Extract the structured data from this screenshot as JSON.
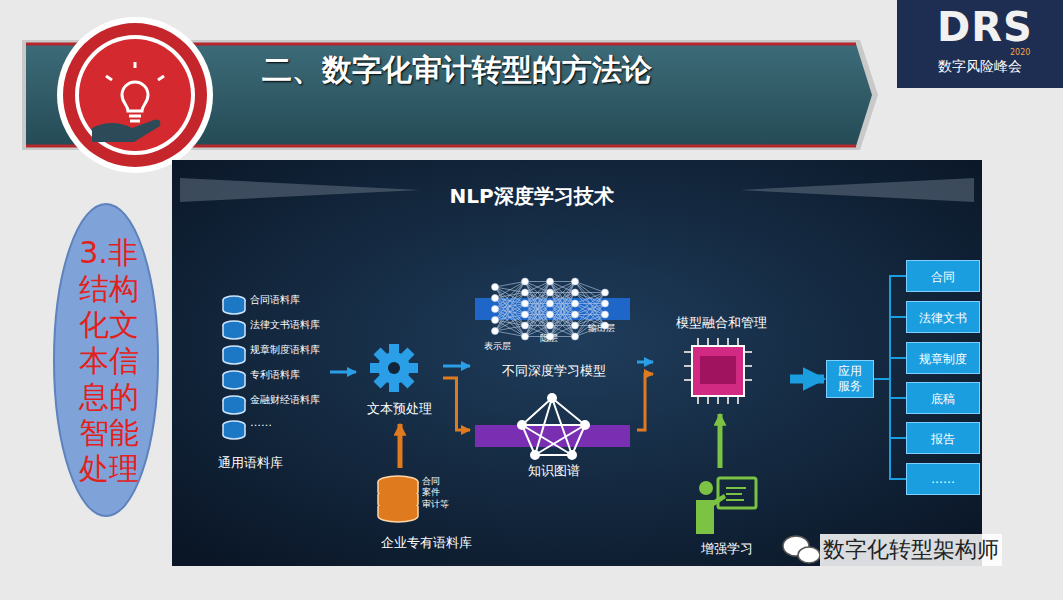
{
  "diagram": {
    "title": "二、数字化审计转型的方法论",
    "nodes": [
      {
        "text": [
          "3.非结构化文本信息的智能处理"
        ]
      },
      {
        "text": [
          "合同语料库",
          "法律文书语料库",
          "规章制度语料库",
          "专利语料库",
          "金融财经语料库",
          "……",
          "通用语料库"
        ]
      },
      {
        "text": [
          "文本预处理"
        ]
      },
      {
        "text": [
          "合同 案件 审计等",
          "企业专有语料库"
        ]
      },
      {
        "text": [
          "表示层",
          "隐层",
          "输出层",
          "不同深度学习模型"
        ]
      },
      {
        "text": [
          "知识图谱"
        ]
      },
      {
        "text": [
          "模型融合和管理"
        ]
      },
      {
        "text": [
          "增强学习"
        ]
      },
      {
        "text": [
          "应用服务"
        ]
      },
      {
        "text": [
          "合同"
        ]
      },
      {
        "text": [
          "法律文书"
        ]
      },
      {
        "text": [
          "规章制度"
        ]
      },
      {
        "text": [
          "底稿"
        ]
      },
      {
        "text": [
          "报告"
        ]
      },
      {
        "text": [
          "……"
        ]
      }
    ],
    "edges": [
      {
        "from": 1,
        "to": 2,
        "arrow": "to"
      },
      {
        "from": 3,
        "to": 2,
        "arrow": "to"
      },
      {
        "from": 2,
        "to": 4,
        "arrow": "to"
      },
      {
        "from": 2,
        "to": 5,
        "arrow": "to"
      },
      {
        "from": 4,
        "to": 6,
        "arrow": "to"
      },
      {
        "from": 5,
        "to": 6,
        "arrow": "to"
      },
      {
        "from": 7,
        "to": 6,
        "arrow": "to"
      },
      {
        "from": 6,
        "to": 8,
        "arrow": "to"
      },
      {
        "from": 8,
        "to": 9,
        "arrow": "none"
      },
      {
        "from": 8,
        "to": 10,
        "arrow": "none"
      },
      {
        "from": 8,
        "to": 11,
        "arrow": "none"
      },
      {
        "from": 8,
        "to": 12,
        "arrow": "none"
      },
      {
        "from": 8,
        "to": 13,
        "arrow": "none"
      },
      {
        "from": 8,
        "to": 14,
        "arrow": "none"
      }
    ],
    "labels": [
      "NLP深度学习技术",
      "DRS",
      "2020",
      "数字风险峰会",
      "数字化转型架构师"
    ]
  }
}
